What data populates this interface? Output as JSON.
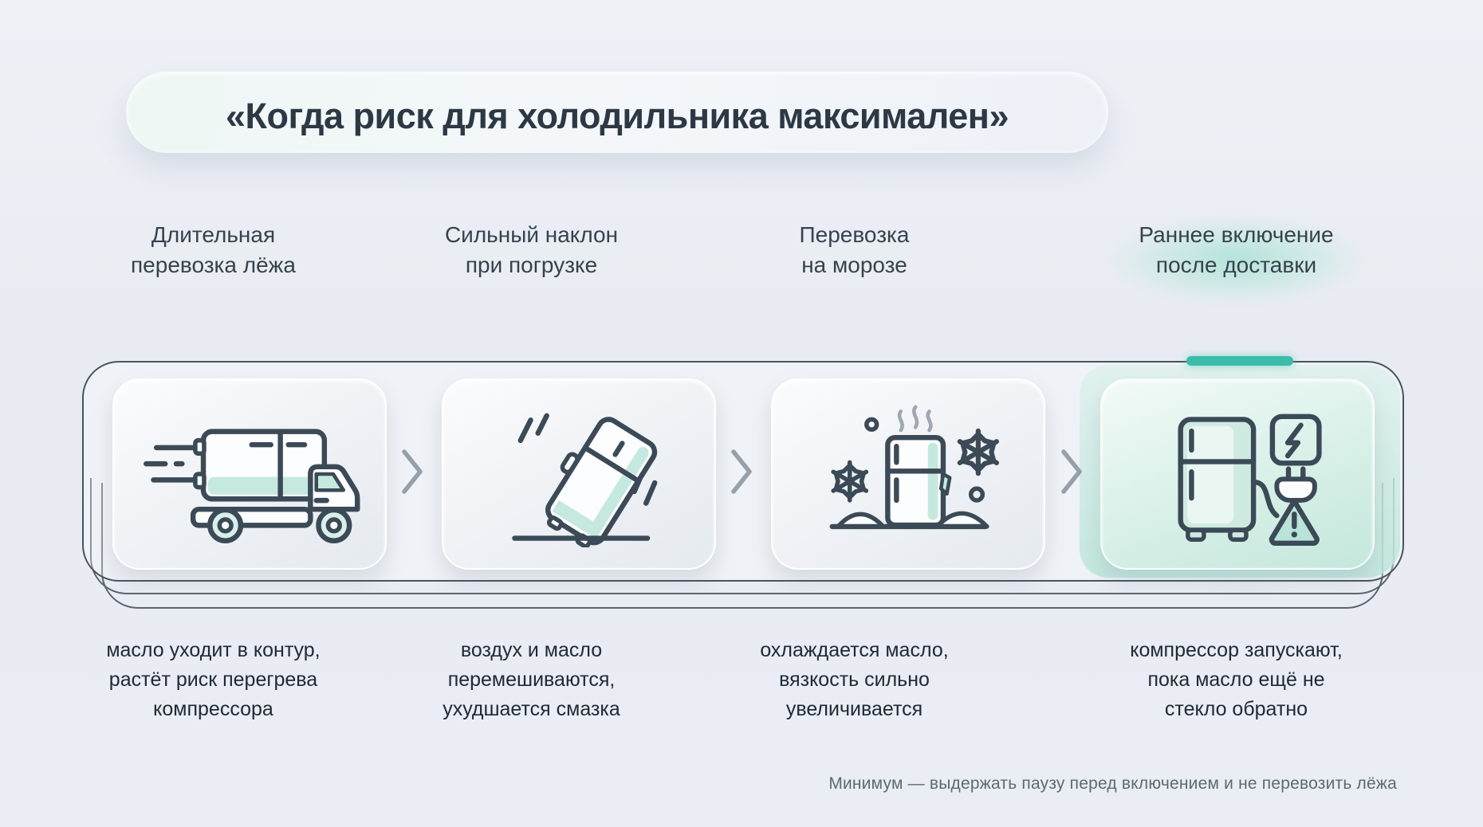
{
  "page": {
    "background": "#e9edf3",
    "title": "«Когда риск для холодильника максимален»",
    "footer_note": "Минимум — выдержать паузу перед включением и не перевозить лёжа"
  },
  "accent": {
    "teal_bar": "#3cbcab",
    "mint_fill": "#c6e9df",
    "icon_stroke": "#3b4a56",
    "highlight_glow": "#a8e2d4"
  },
  "stages": [
    {
      "heading": "Длительная\nперевозка лёжа",
      "icon": "speeding-truck-with-lying-fridge-icon",
      "description": "масло уходит в контур,\nрастёт риск перегрева\nкомпрессора",
      "highlighted": false
    },
    {
      "heading": "Сильный наклон\nпри погрузке",
      "icon": "tilted-fridge-icon",
      "description": "воздух и масло\nперемешиваются,\nухудшается смазка",
      "highlighted": false
    },
    {
      "heading": "Перевозка\nна морозе",
      "icon": "fridge-in-frost-icon",
      "description": "охлаждается масло,\nвязкость сильно\nувеличивается",
      "highlighted": false
    },
    {
      "heading": "Раннее включение\nпосле доставки",
      "icon": "fridge-early-power-on-warning-icon",
      "description": "компрессор запускают,\nпока масло ещё не\nстекло обратно",
      "highlighted": true
    }
  ]
}
